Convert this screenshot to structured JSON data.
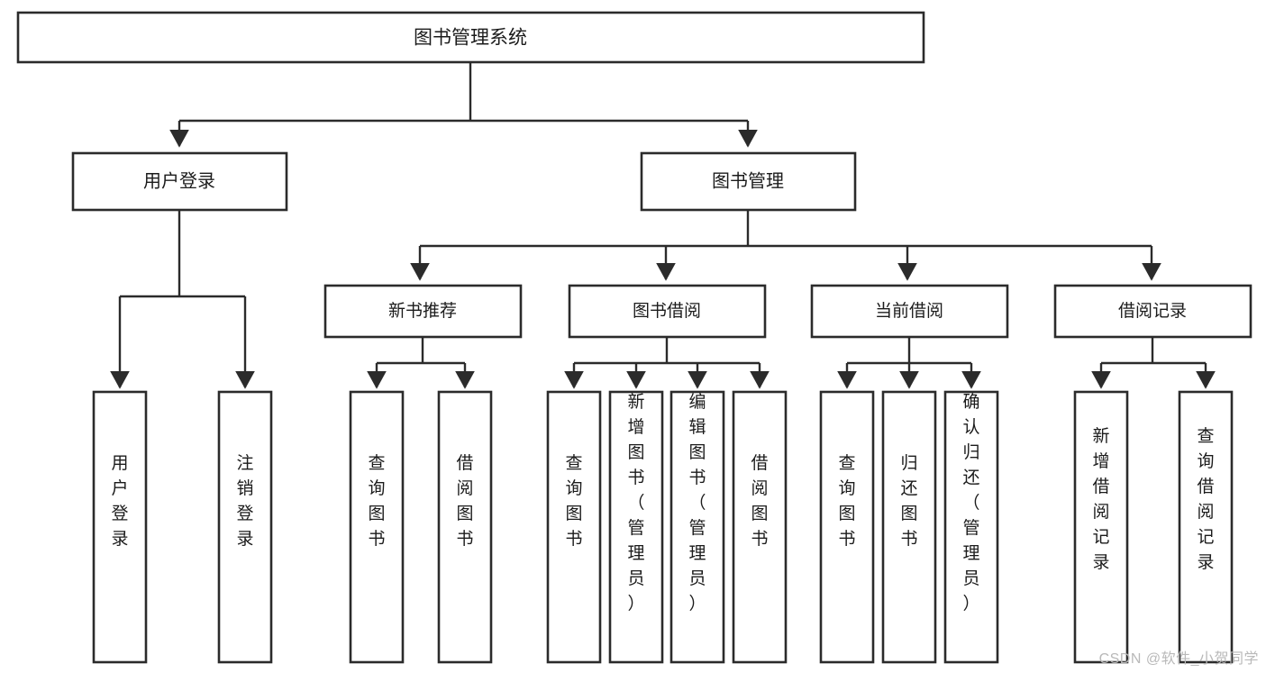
{
  "diagram": {
    "title": "图书管理系统",
    "type": "tree-hierarchy-chart",
    "orientation": "top-down",
    "colors": {
      "box_fill": "#ffffff",
      "box_stroke": "#2b2b2b",
      "text": "#1b1b1b",
      "background": "#ffffff",
      "watermark": "#b9b9b9"
    },
    "root": {
      "label": "图书管理系统"
    },
    "level1": [
      {
        "label": "用户登录"
      },
      {
        "label": "图书管理"
      }
    ],
    "level2": [
      {
        "label": "新书推荐"
      },
      {
        "label": "图书借阅"
      },
      {
        "label": "当前借阅"
      },
      {
        "label": "借阅记录"
      }
    ],
    "leaves": {
      "user_login": [
        {
          "label": "用户登录"
        },
        {
          "label": "注销登录"
        }
      ],
      "new_book_recommend": [
        {
          "label": "查询图书"
        },
        {
          "label": "借阅图书"
        }
      ],
      "book_borrow": [
        {
          "label": "查询图书"
        },
        {
          "label": "新增图书（管理员）"
        },
        {
          "label": "编辑图书（管理员）"
        },
        {
          "label": "借阅图书"
        }
      ],
      "current_borrow": [
        {
          "label": "查询图书"
        },
        {
          "label": "归还图书"
        },
        {
          "label": "确认归还（管理员）"
        }
      ],
      "borrow_record": [
        {
          "label": "新增借阅记录"
        },
        {
          "label": "查询借阅记录"
        }
      ]
    }
  },
  "watermark": {
    "text": "CSDN @软件_小贺同学"
  }
}
